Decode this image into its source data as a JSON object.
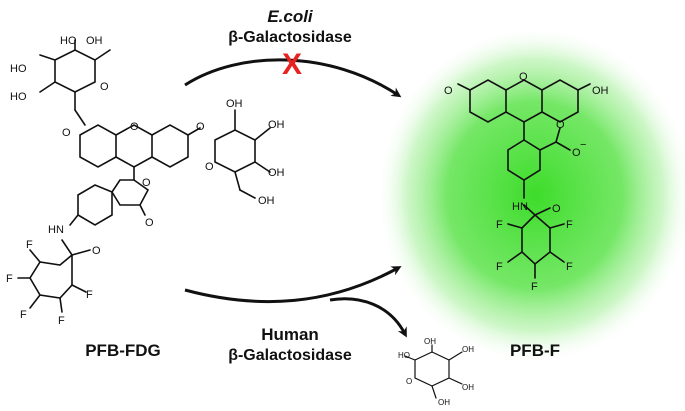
{
  "enzymes": {
    "ecoli": {
      "organism": "E.coli",
      "name": "β-Galactosidase",
      "blocked_mark": "X"
    },
    "human": {
      "organism": "Human",
      "name": "β-Galactosidase"
    }
  },
  "compounds": {
    "substrate": "PFB-FDG",
    "product": "PFB-F"
  },
  "atoms": {
    "hydroxyl": "HO",
    "hydroxyl_r": "OH",
    "oxygen": "O",
    "amide": "HN",
    "fluorine": "F",
    "charge": "−"
  },
  "colors": {
    "glow": "#3ddc2a",
    "blocked": "#e8231f",
    "ink": "#111111"
  }
}
